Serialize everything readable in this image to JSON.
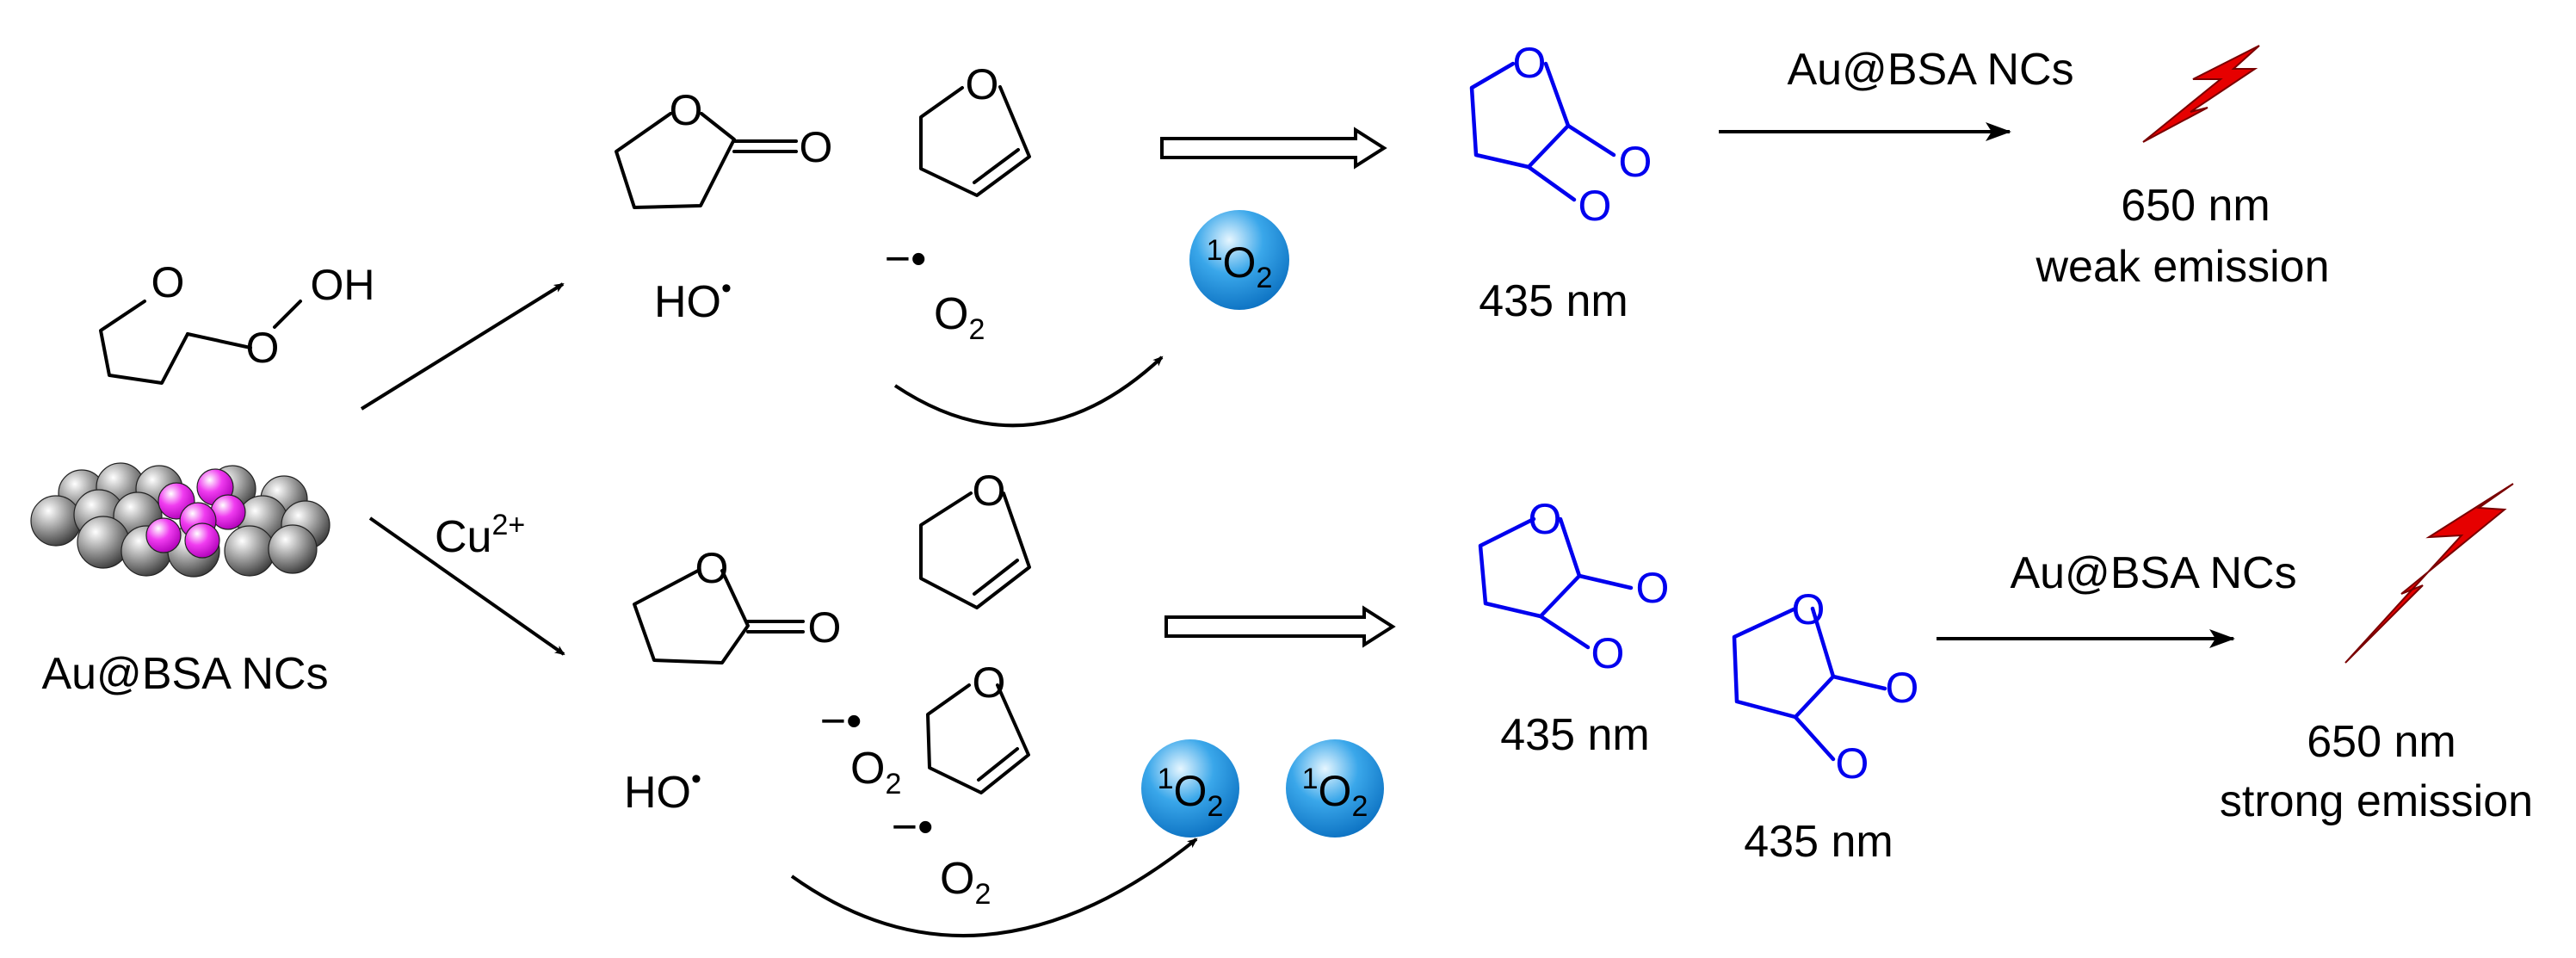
{
  "colors": {
    "bond": "#000000",
    "dioxetane": "#0000ee",
    "gold_atom": "#8c8c8c",
    "cu_atom": "#f03cf0",
    "singlet_oxygen": "#3aa7ea",
    "lightning": "#e60000"
  },
  "icons": [
    "gold-nanocluster-icon",
    "singlet-oxygen-sphere-icon",
    "lightning-bolt-icon",
    "double-arrow-icon"
  ],
  "atoms": {
    "oxygen": "O",
    "hydroxyl": "OH"
  },
  "reactant": {
    "label": "Au@BSA NCs"
  },
  "catalyst": {
    "base": "Cu",
    "charge": "2+"
  },
  "radicals": {
    "hydroxyl_base": "HO",
    "dot": "•",
    "superoxide_charge": "−•",
    "superoxide_base": "O",
    "superoxide_sub": "2"
  },
  "singlet_oxygen": {
    "sup": "1",
    "base": "O",
    "sub": "2"
  },
  "top_pathway": {
    "arrow_reagent": "Au@BSA NCs",
    "dioxetane_wavelength": "435 nm",
    "emission_wavelength": "650 nm",
    "emission_strength": "weak emission"
  },
  "bottom_pathway": {
    "arrow_reagent": "Au@BSA NCs",
    "dioxetane_wavelength_1": "435 nm",
    "dioxetane_wavelength_2": "435 nm",
    "emission_wavelength": "650 nm",
    "emission_strength": "strong emission"
  }
}
